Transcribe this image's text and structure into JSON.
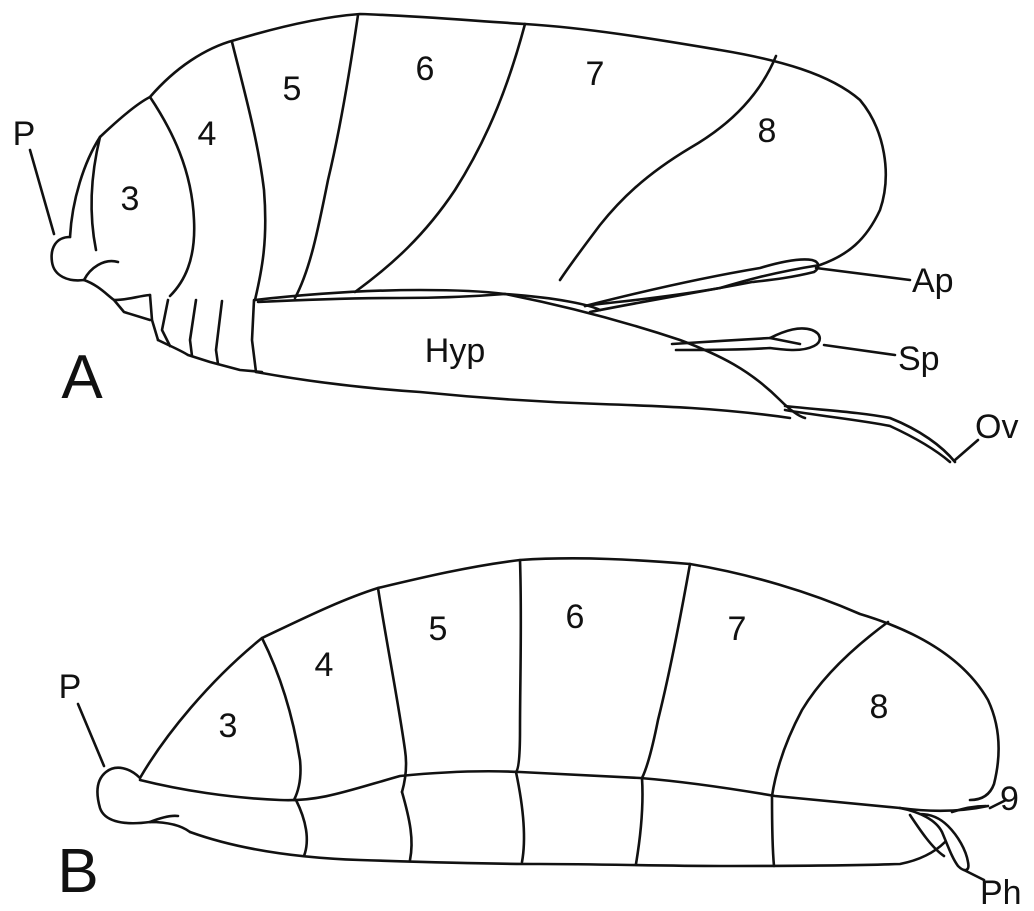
{
  "panels": [
    {
      "panel_label": "A",
      "segment_numbers": [
        "3",
        "4",
        "5",
        "6",
        "7",
        "8"
      ],
      "structures": {
        "P": "P",
        "Ap": "Ap",
        "Sp": "Sp",
        "Ov": "Ov",
        "Hyp": "Hyp"
      }
    },
    {
      "panel_label": "B",
      "segment_numbers": [
        "3",
        "4",
        "5",
        "6",
        "7",
        "8"
      ],
      "structures": {
        "P": "P",
        "9": "9",
        "Ph": "Ph"
      }
    }
  ]
}
